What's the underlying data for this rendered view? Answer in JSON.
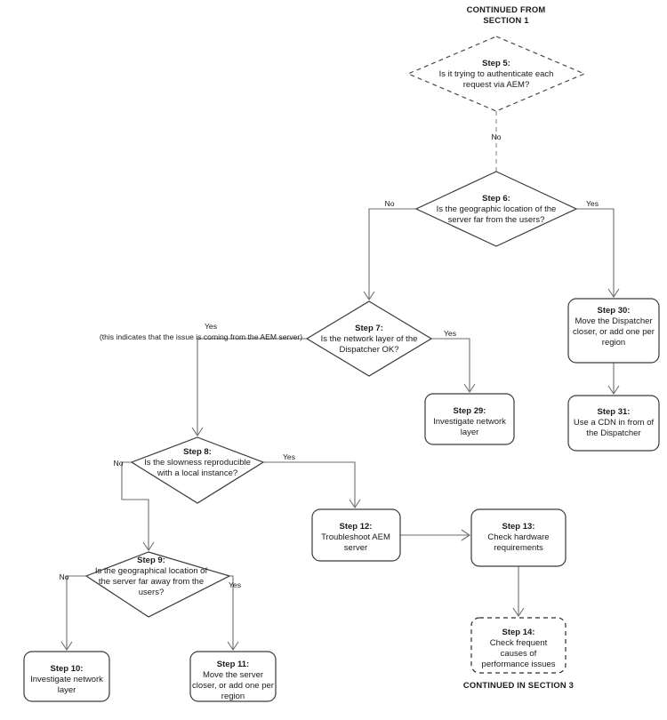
{
  "diagram": {
    "title": "AEM Performance Troubleshooting Flowchart - Section 2",
    "section_labels": {
      "top": {
        "line1": "CONTINUED FROM",
        "line2": "SECTION 1",
        "color": "#3FAE49"
      },
      "bottom": {
        "line1": "CONTINUED IN SECTION 3",
        "color": "#4184F3"
      }
    },
    "nodes": [
      {
        "id": "step5",
        "shape": "diamond",
        "style": "dashed",
        "title": "Step 5:",
        "lines": [
          "Is it trying to authenticate each",
          "request via AEM?"
        ]
      },
      {
        "id": "step6",
        "shape": "diamond",
        "style": "solid",
        "title": "Step 6:",
        "lines": [
          "Is the geographic location of the",
          "server far from the users?"
        ]
      },
      {
        "id": "step7",
        "shape": "diamond",
        "style": "solid",
        "title": "Step 7:",
        "lines": [
          "Is the network layer of the",
          "Dispatcher OK?"
        ]
      },
      {
        "id": "step8",
        "shape": "diamond",
        "style": "solid",
        "title": "Step 8:",
        "lines": [
          "Is the slowness reproducible",
          "with a local instance?"
        ]
      },
      {
        "id": "step9",
        "shape": "diamond",
        "style": "solid",
        "title": "Step 9:",
        "lines": [
          "Is the geographical location of",
          "the server far away from the",
          "users?"
        ]
      },
      {
        "id": "step10",
        "shape": "box",
        "style": "solid",
        "title": "Step 10:",
        "lines": [
          "Investigate network",
          "layer"
        ]
      },
      {
        "id": "step11",
        "shape": "box",
        "style": "solid",
        "title": "Step 11:",
        "lines": [
          "Move the server",
          "closer, or add one per",
          "region"
        ]
      },
      {
        "id": "step12",
        "shape": "box",
        "style": "solid",
        "title": "Step 12:",
        "lines": [
          "Troubleshoot AEM",
          "server"
        ]
      },
      {
        "id": "step13",
        "shape": "box",
        "style": "solid",
        "title": "Step 13:",
        "lines": [
          "Check hardware",
          "requirements"
        ]
      },
      {
        "id": "step14",
        "shape": "box",
        "style": "dashed",
        "title": "Step 14:",
        "lines": [
          "Check frequent",
          "causes of",
          "performance issues"
        ]
      },
      {
        "id": "step29",
        "shape": "box",
        "style": "solid",
        "title": "Step 29:",
        "lines": [
          "Investigate network",
          "layer"
        ]
      },
      {
        "id": "step30",
        "shape": "box",
        "style": "solid",
        "title": "Step 30:",
        "lines": [
          "Move the Dispatcher",
          "closer, or add one per",
          "region"
        ]
      },
      {
        "id": "step31",
        "shape": "box",
        "style": "solid",
        "title": "Step 31:",
        "lines": [
          "Use a CDN in from of",
          "the Dispatcher"
        ]
      }
    ],
    "edge_labels": {
      "step5_no": "No",
      "step6_no": "No",
      "step6_yes": "Yes",
      "step7_yes": "Yes",
      "step7_no_line1": "Yes",
      "step7_no_line2": "(this indicates that the issue is coming from the AEM server)",
      "step8_no": "No",
      "step8_yes": "Yes",
      "step9_no": "No",
      "step9_yes": "Yes"
    }
  }
}
